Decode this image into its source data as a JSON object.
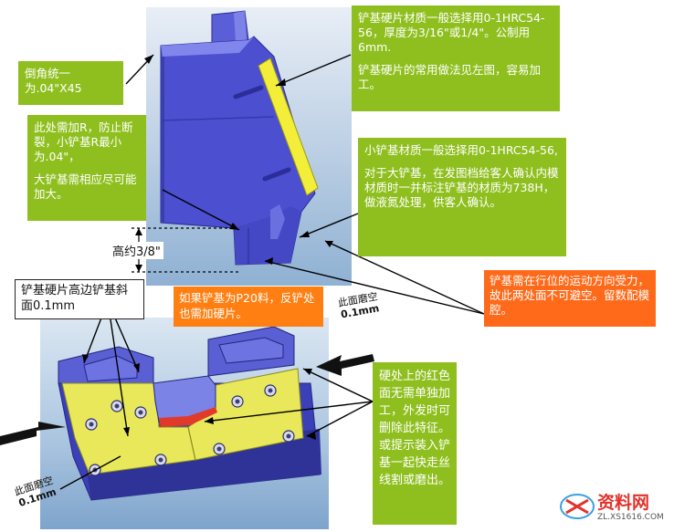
{
  "notes": {
    "chamfer": "倒角统一为.04\"X45",
    "radius_1": "此处需加R，防止断裂，小铲基R最小为.04\"，",
    "radius_2": "大铲基需相应尽可能加大。",
    "height": "高约3/8\"",
    "plate_material_1": "铲基硬片材质一般选择用0-1HRC54-56，厚度为3/16\"或1/4\"。公制用6mm.",
    "plate_material_2": "铲基硬片的常用做法见左图，容易加工。",
    "small_base_1": "小铲基材质一般选择用0-1HRC54-56,",
    "small_base_2": "对于大铲基，在发图档给客人确认内模材质时一并标注铲基的材质为738H，做液氮处理，供客人确认。",
    "movement": "铲基需在行位的运动方向受力，故此两处面不可避空。留数配模腔。",
    "p20": "如果铲基为P20料，反铲处也需加硬片。",
    "bevel": "铲基硬片高边铲基斜面0.1mm",
    "clearance_label": "此面磨空",
    "clearance_value": "0.1mm",
    "red_face": "硬处上的红色面无需单独加工，外发时可删除此特征。或提示装入铲基一起快走丝线割或磨出。"
  },
  "watermark": {
    "brand": "资料网",
    "url": "ZL.XS1616.COM"
  },
  "colors": {
    "note_green": "#8fbf1f",
    "note_orange": "#ff7f12",
    "part_blue": "#4b4fd0",
    "hard_plate": "#f2ee3a",
    "red_face": "#e23a2a"
  }
}
